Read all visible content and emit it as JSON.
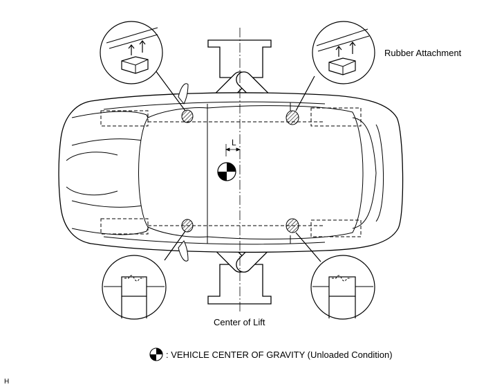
{
  "labels": {
    "rubber_attachment": "Rubber Attachment",
    "center_of_lift": "Center of Lift",
    "dimension_l": "L",
    "legend": ": VEHICLE CENTER OF GRAVITY (Unloaded Condition)",
    "code": "H"
  }
}
